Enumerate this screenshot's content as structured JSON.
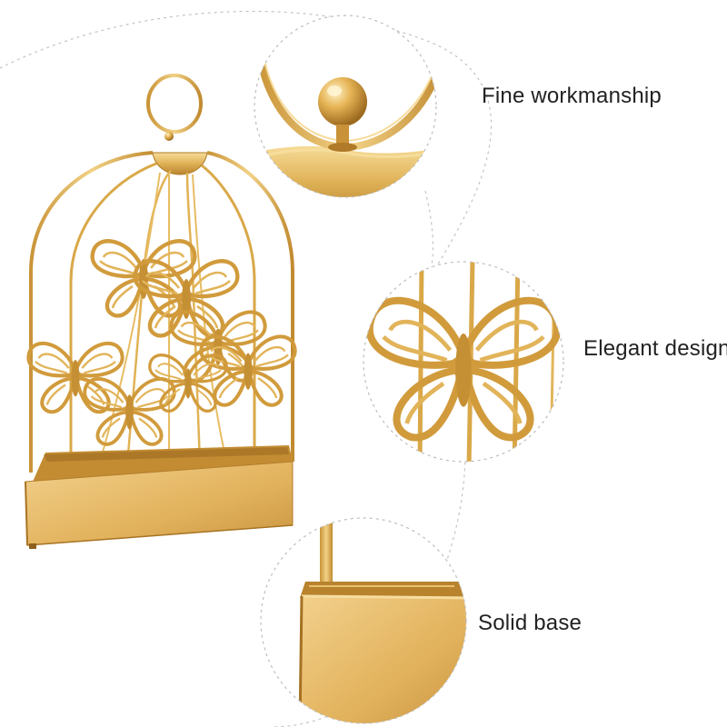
{
  "features": [
    {
      "label": "Fine workmanship",
      "detail": "ball-weld-closeup"
    },
    {
      "label": "Elegant design",
      "detail": "butterfly-closeup"
    },
    {
      "label": "Solid base",
      "detail": "base-corner-closeup"
    }
  ],
  "colors": {
    "gold_light": "#f3d48a",
    "gold": "#d9a544",
    "gold_dark": "#a87424",
    "dashed_line": "#bdbdbd",
    "text": "#222222",
    "background": "#ffffff"
  }
}
